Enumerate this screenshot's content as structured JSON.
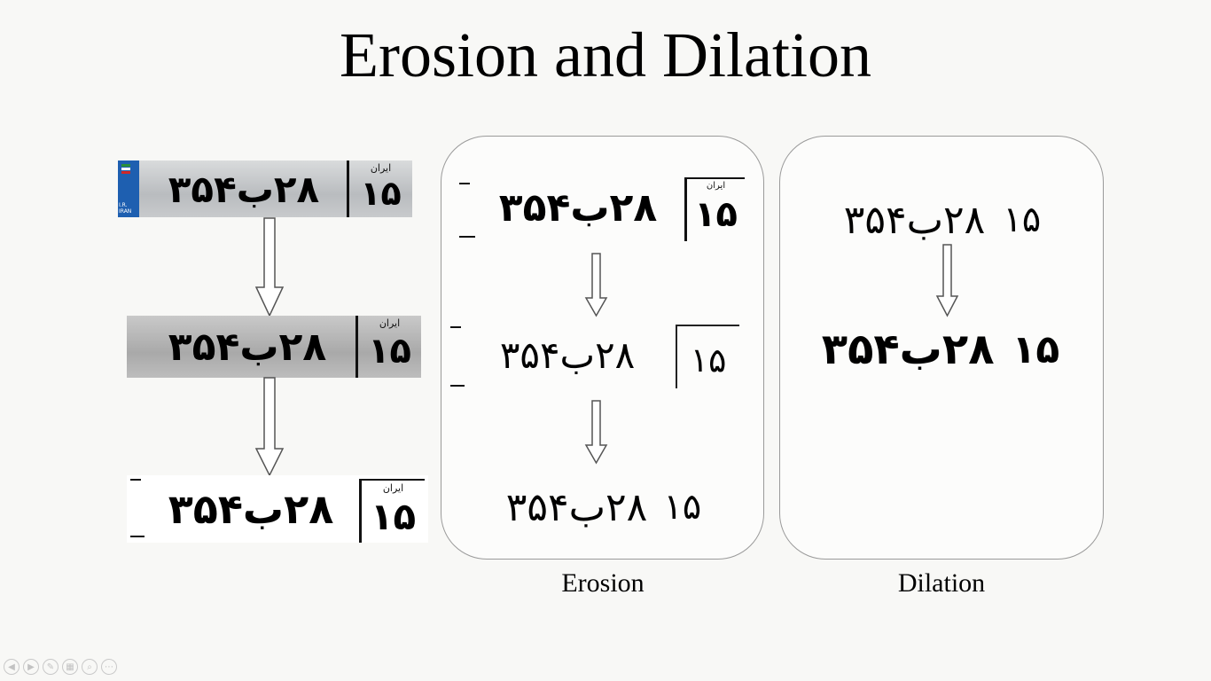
{
  "slide": {
    "title": "Erosion and Dilation",
    "captions": {
      "erosion": "Erosion",
      "dilation": "Dilation"
    }
  },
  "plate": {
    "main_number": "۲۸ب۳۵۴",
    "province_number": "۱۵",
    "province_label": "ایران",
    "country_code": "I.R. IRAN"
  },
  "toolbar": {
    "buttons": [
      {
        "name": "previous-slide-icon",
        "glyph": "◀"
      },
      {
        "name": "next-slide-icon",
        "glyph": "▶"
      },
      {
        "name": "pen-icon",
        "glyph": "✎"
      },
      {
        "name": "slides-grid-icon",
        "glyph": "▦"
      },
      {
        "name": "zoom-icon",
        "glyph": "⌕"
      },
      {
        "name": "more-options-icon",
        "glyph": "⋯"
      }
    ]
  },
  "colors": {
    "flag_blue": "#1e5fb0",
    "flag_green": "#2a8f3a",
    "flag_red": "#d02828",
    "panel_border": "#9a9a9a"
  }
}
